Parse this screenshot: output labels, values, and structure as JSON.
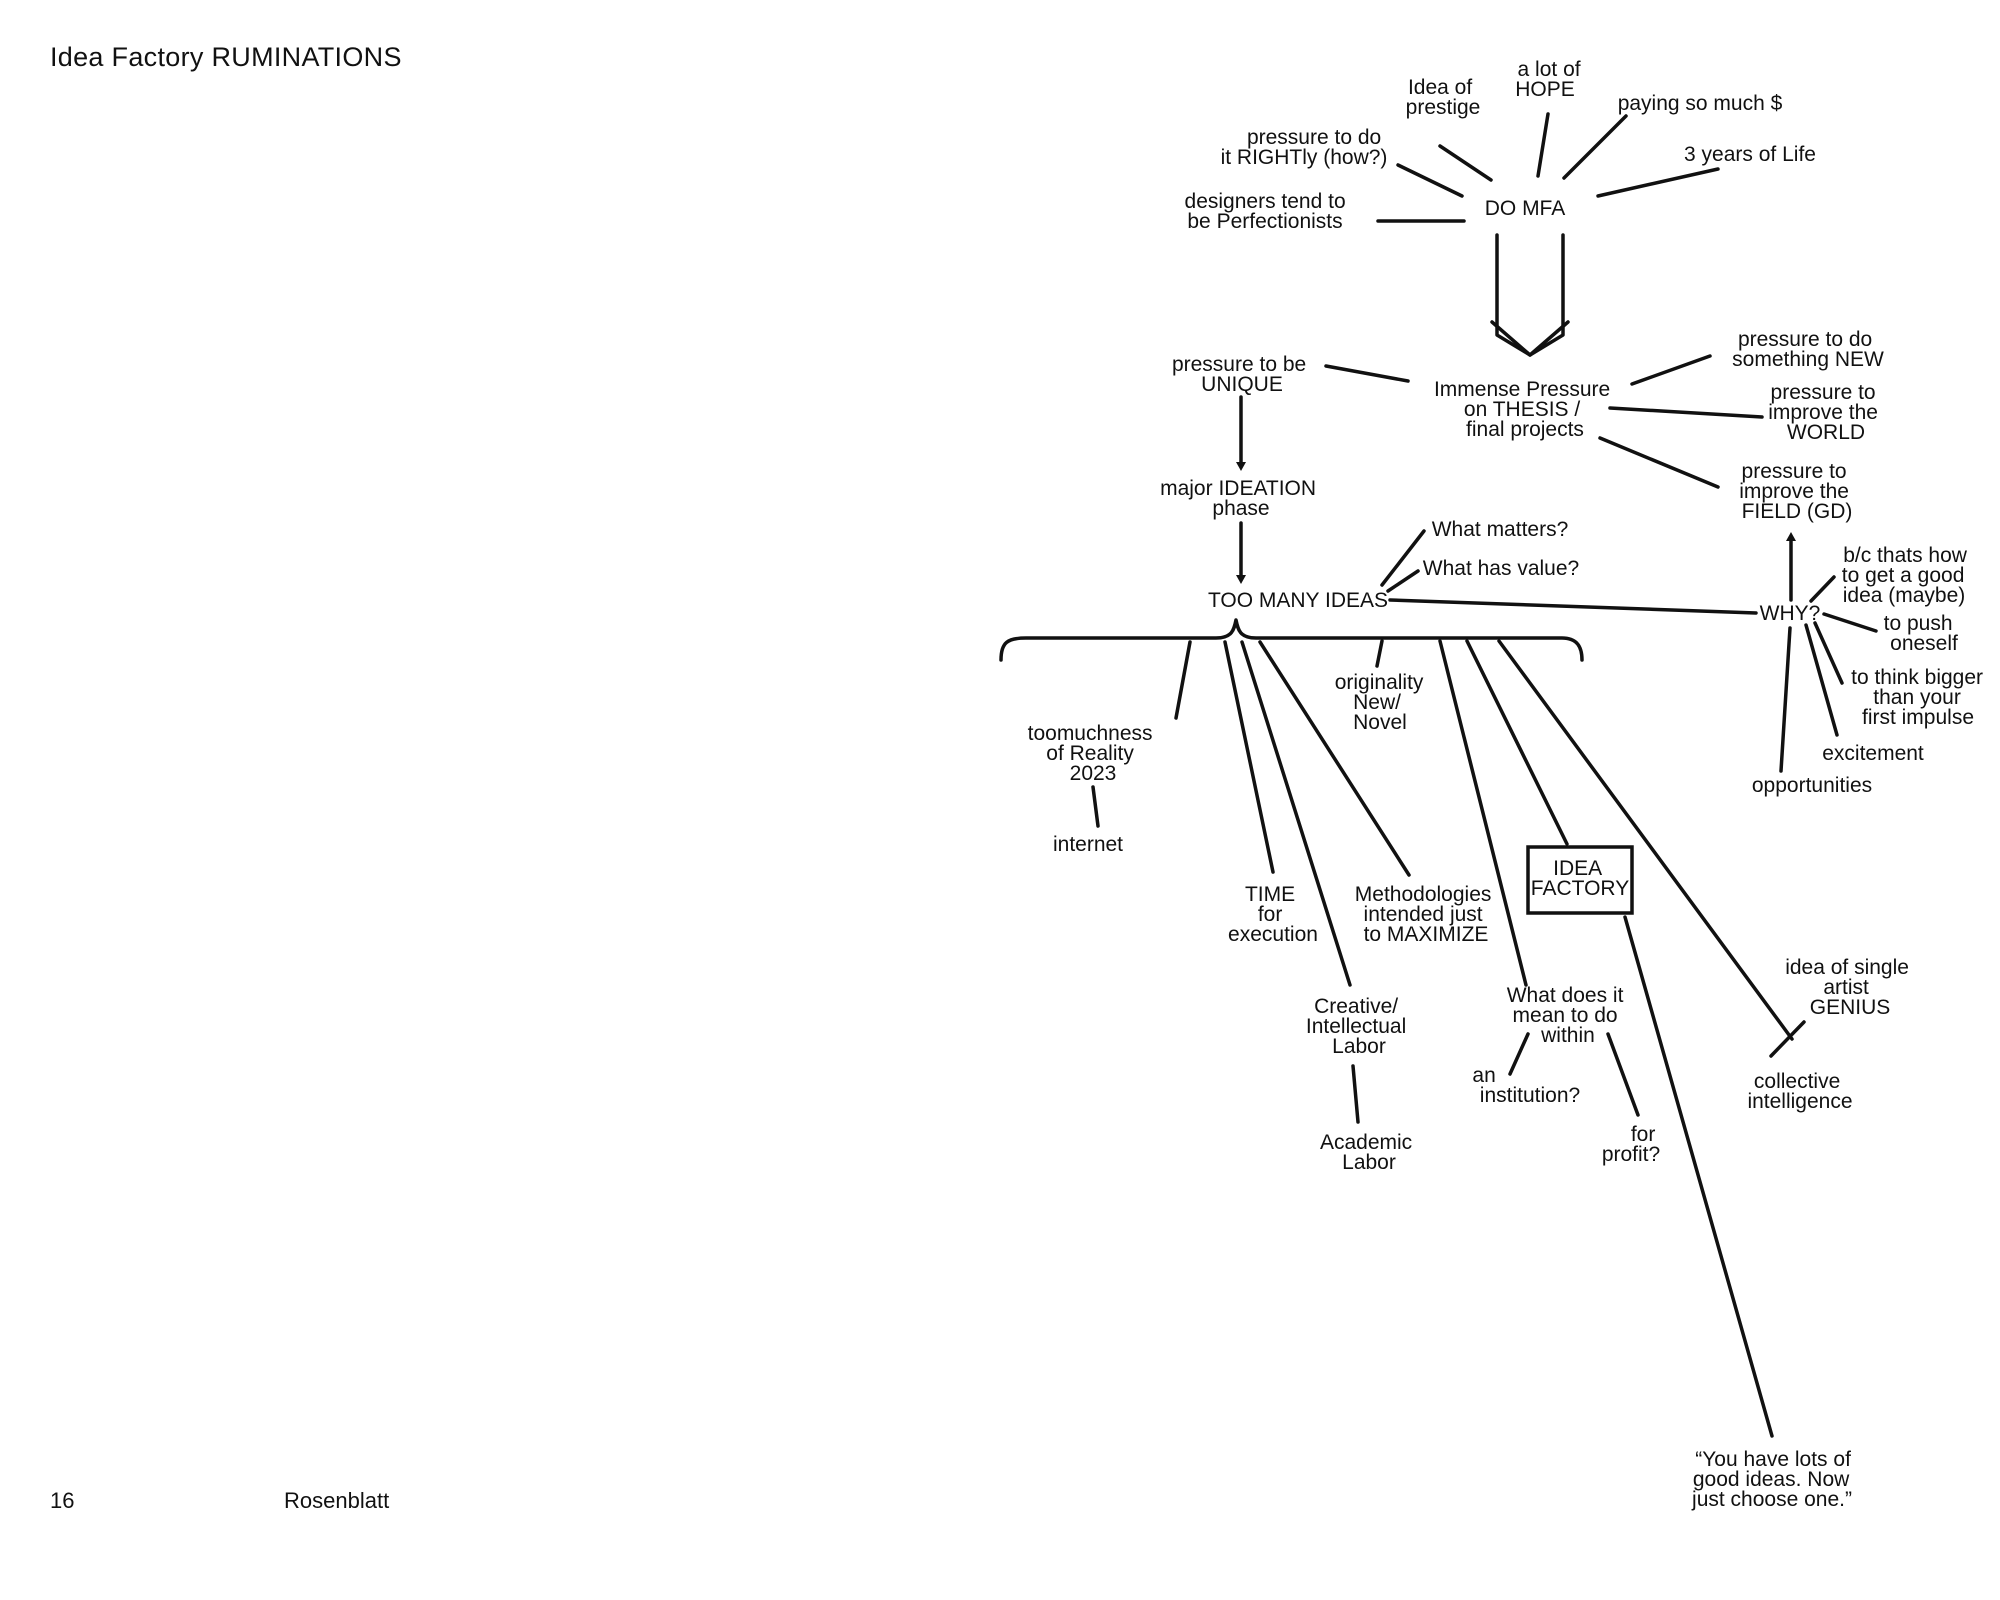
{
  "header": {
    "title": "Idea Factory RUMINATIONS"
  },
  "footer": {
    "page_number": "16",
    "author": "Rosenblatt"
  },
  "diagram": {
    "nodes": {
      "do_mfa": [
        "DO MFA"
      ],
      "idea_of_prestige": [
        "Idea of",
        "prestige"
      ],
      "a_lot_of_hope": [
        "a lot of",
        "HOPE"
      ],
      "paying_so_much": [
        "paying so much $"
      ],
      "three_years": [
        "3 years of Life"
      ],
      "pressure_rightly": [
        "pressure to do",
        "it RIGHTly (how?)"
      ],
      "perfectionists": [
        "designers tend to",
        "be Perfectionists"
      ],
      "immense_pressure": [
        "Immense Pressure",
        "on THESIS /",
        "final projects"
      ],
      "pressure_unique": [
        "pressure to be",
        "UNIQUE"
      ],
      "pressure_new": [
        "pressure to do",
        "something NEW"
      ],
      "pressure_world": [
        "pressure to",
        "improve the",
        "WORLD"
      ],
      "pressure_field": [
        "pressure to",
        "improve the",
        "FIELD (GD)"
      ],
      "major_ideation": [
        "major IDEATION",
        "phase"
      ],
      "too_many_ideas": [
        "TOO MANY IDEAS"
      ],
      "what_matters": [
        "What matters?"
      ],
      "what_has_value": [
        "What has value?"
      ],
      "why": [
        "WHY?"
      ],
      "bc_good_idea": [
        "b/c thats how",
        "to get a good",
        "idea (maybe)"
      ],
      "push_oneself": [
        "to push",
        "oneself"
      ],
      "think_bigger": [
        "to think bigger",
        "than your",
        "first impulse"
      ],
      "excitement": [
        "excitement"
      ],
      "opportunities": [
        "opportunities"
      ],
      "toomuchness": [
        "toomuchness",
        "of Reality",
        "2023"
      ],
      "internet": [
        "internet"
      ],
      "originality": [
        "originality",
        "New/",
        "Novel"
      ],
      "time_execution": [
        "TIME",
        "for",
        "execution"
      ],
      "methodologies": [
        "Methodologies",
        "intended just",
        "to MAXIMIZE"
      ],
      "creative_labor": [
        "Creative/",
        "Intellectual",
        "Labor"
      ],
      "academic_labor": [
        "Academic",
        "Labor"
      ],
      "idea_factory": [
        "IDEA",
        "FACTORY"
      ],
      "what_does_it_mean": [
        "What does it",
        "mean to do",
        "within"
      ],
      "an_institution": [
        "an",
        "institution?"
      ],
      "for_profit": [
        "for",
        "profit?"
      ],
      "single_genius": [
        "idea of single",
        "artist",
        "GENIUS"
      ],
      "collective_intelligence": [
        "collective",
        "intelligence"
      ],
      "quote": [
        "“You have lots of",
        "good ideas. Now",
        "just choose one.”"
      ]
    }
  }
}
